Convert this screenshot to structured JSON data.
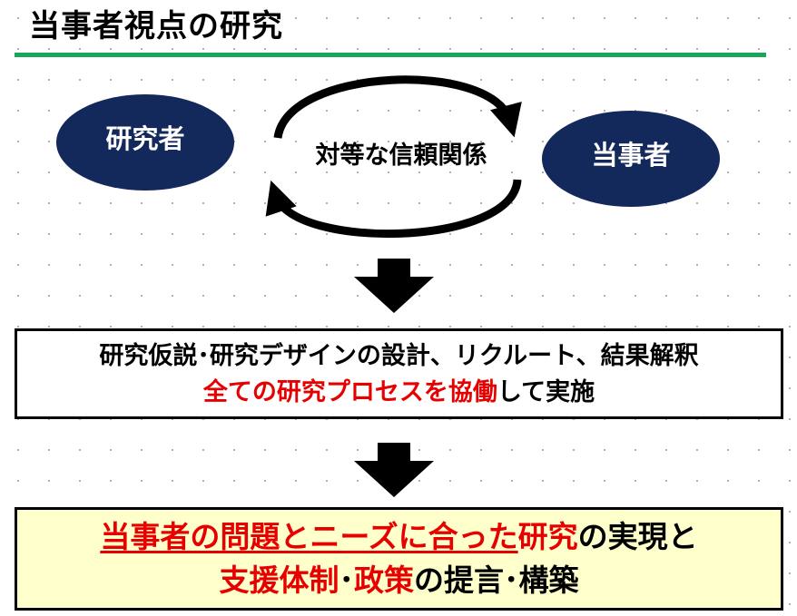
{
  "title": "当事者視点の研究",
  "diagram": {
    "left_node": "研究者",
    "right_node": "当事者",
    "relation": "対等な信頼関係"
  },
  "box1": {
    "line1": "研究仮説･研究デザインの設計、リクルート、結果解釈",
    "line2_red": "全ての研究プロセスを協働",
    "line2_black": "して実施"
  },
  "box2": {
    "line1_red_underlined": "当事者の問題とニーズに合った",
    "line1_red": "研究",
    "line1_black": "の実現と",
    "line2_red1": "支援体制",
    "line2_black1": "･",
    "line2_red2": "政策",
    "line2_black2": "の提言･構築"
  },
  "colors": {
    "accent_rule": "#1aa55a",
    "node_fill": "#13295b",
    "highlight_text": "#e60000",
    "result_box_fill": "#ffffcc"
  }
}
